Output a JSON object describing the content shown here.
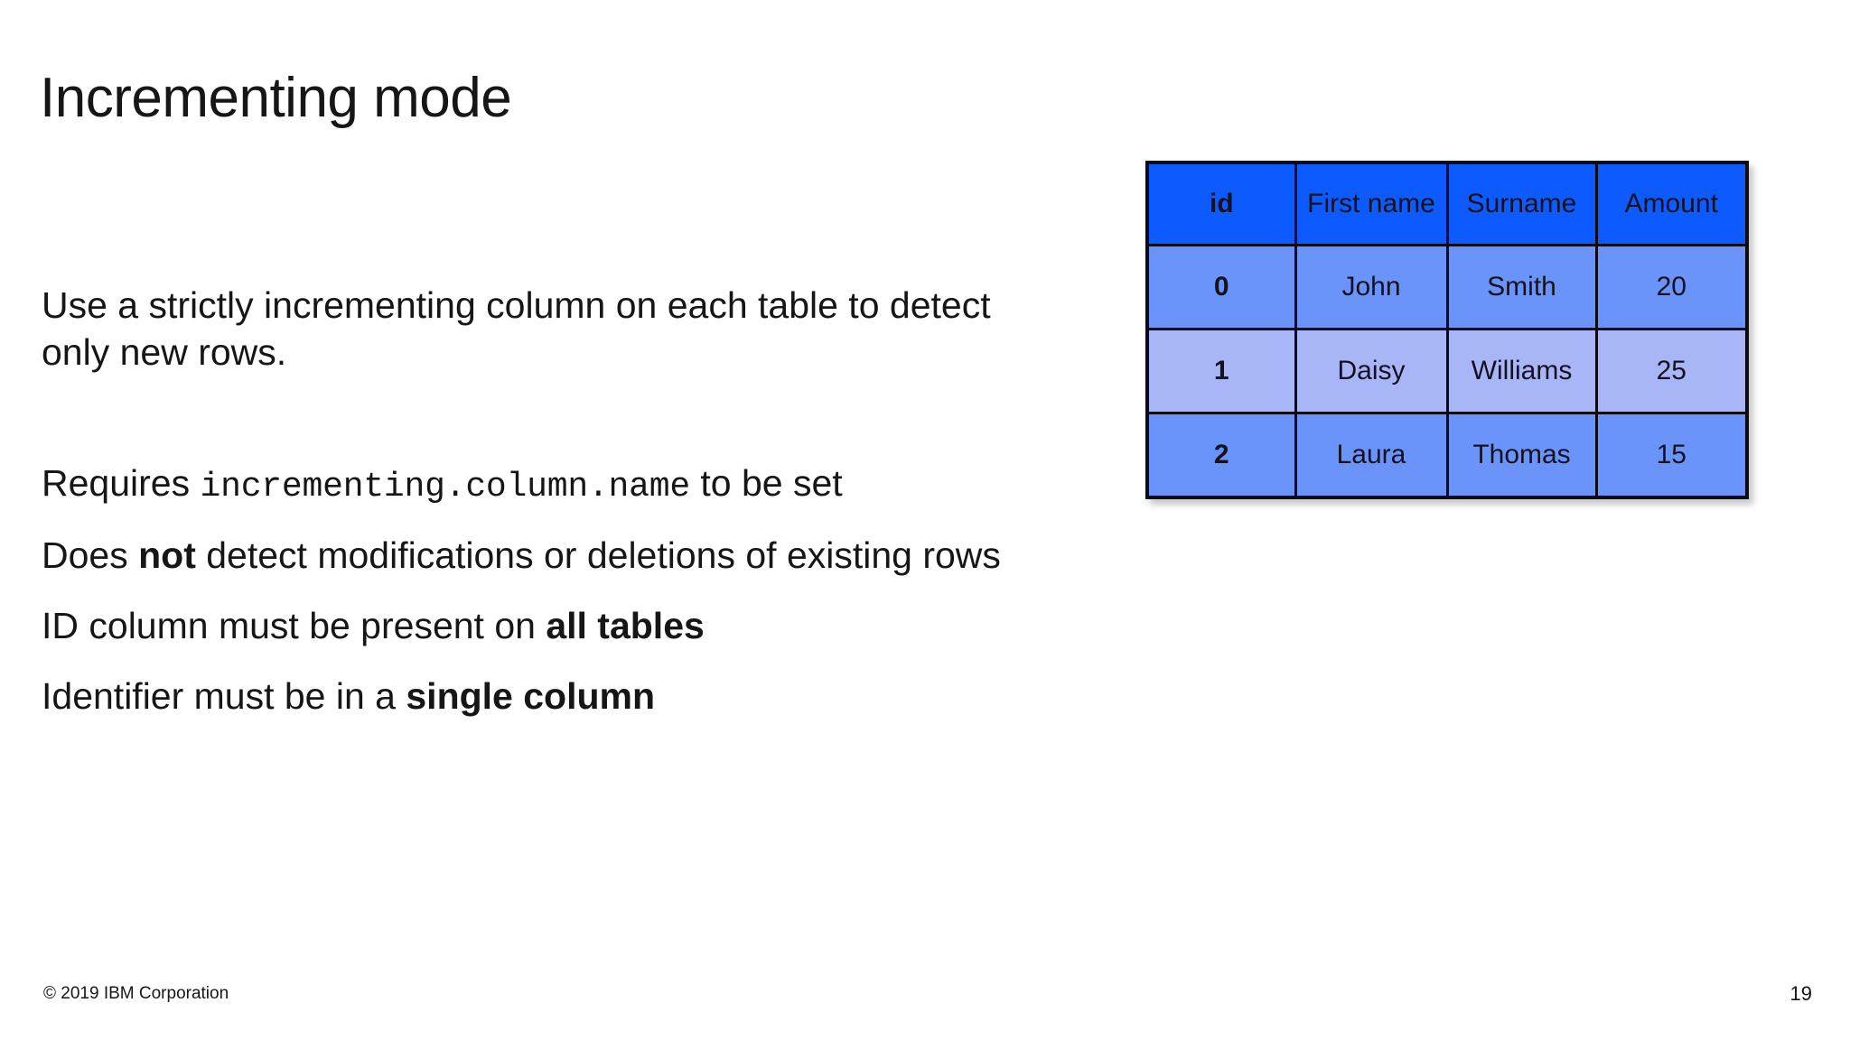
{
  "slide": {
    "title": "Incrementing mode",
    "intro": {
      "text": "Use a strictly incrementing column on each table to detect only new rows."
    },
    "bullets": [
      {
        "id": "requires-property",
        "prefix": "Requires ",
        "code": "incrementing.column.name",
        "suffix": " to be set"
      },
      {
        "id": "no-modifications",
        "prefix": "Does ",
        "emphasis": "not",
        "suffix": " detect modifications or deletions of existing rows"
      },
      {
        "id": "id-column-required",
        "prefix": "ID column must be present on ",
        "emphasis": "all tables",
        "suffix": ""
      },
      {
        "id": "single-column-identifier",
        "prefix": "Identifier must be in a ",
        "emphasis": "single column",
        "suffix": ""
      }
    ]
  },
  "table": {
    "headers": [
      "id",
      "First name",
      "Surname",
      "Amount"
    ],
    "rows": [
      {
        "id": "0",
        "first_name": "John",
        "surname": "Smith",
        "amount": "20"
      },
      {
        "id": "1",
        "first_name": "Daisy",
        "surname": "Williams",
        "amount": "25"
      },
      {
        "id": "2",
        "first_name": "Laura",
        "surname": "Thomas",
        "amount": "15"
      }
    ],
    "colors": {
      "header_bg": "#0d5bff",
      "row_dark_bg": "#6a94fa",
      "row_light_bg": "#a8b6f8",
      "border": "#0b0b14"
    }
  },
  "footer": {
    "copyright": "© 2019 IBM Corporation",
    "page_number": "19"
  }
}
